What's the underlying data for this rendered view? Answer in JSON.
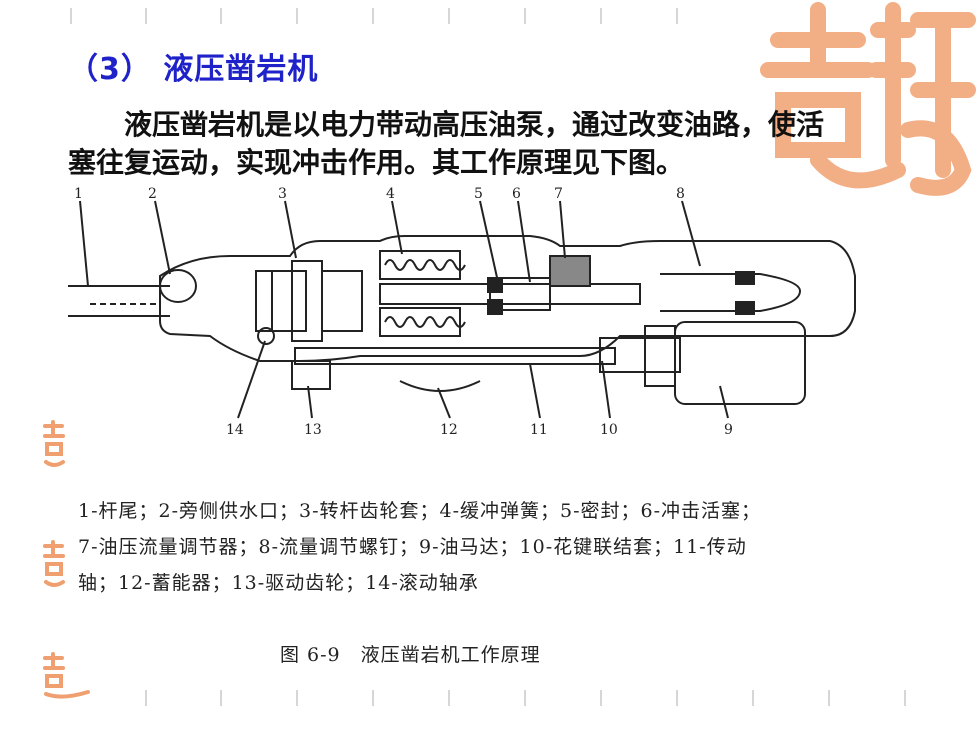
{
  "heading": "（3） 液压凿岩机",
  "paragraph_line1": "液压凿岩机是以电力带动高压油泵，通过改变油路，使活",
  "paragraph_line2": "塞往复运动，实现冲击作用。其工作原理见下图。",
  "figure": {
    "callouts": [
      "1",
      "2",
      "3",
      "4",
      "5",
      "6",
      "7",
      "8",
      "9",
      "10",
      "11",
      "12",
      "13",
      "14"
    ],
    "legend_line1": "1-杆尾；2-旁侧供水口；3-转杆齿轮套；4-缓冲弹簧；5-密封；6-冲击活塞；",
    "legend_line2": "7-油压流量调节器；8-流量调节螺钉；9-油马达；10-花键联结套；11-传动",
    "legend_line3": "轴；12-蓄能器；13-驱动齿轮；14-滚动轴承",
    "title": "图 6-9　液压凿岩机工作原理"
  },
  "seal_color": "#f0a070"
}
